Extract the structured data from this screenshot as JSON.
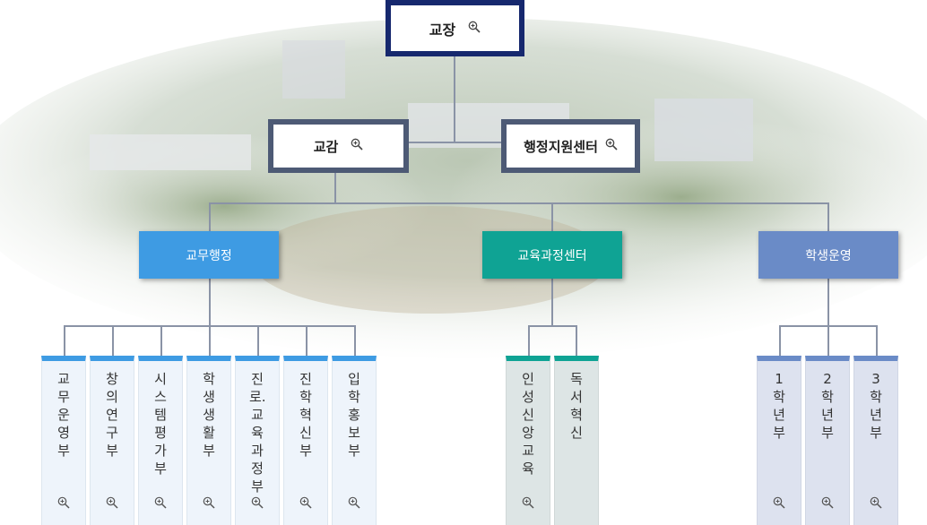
{
  "principal": {
    "label": "교장"
  },
  "vice_principal": {
    "label": "교감"
  },
  "admin_center": {
    "label": "행정지원센터"
  },
  "departments": [
    {
      "label": "교무행정",
      "color": "#3e9be3"
    },
    {
      "label": "교육과정센터",
      "color": "#0fa394"
    },
    {
      "label": "학생운영",
      "color": "#6a8bc7"
    }
  ],
  "teams": [
    {
      "label": "교무운영부",
      "group": "academic"
    },
    {
      "label": "창의연구부",
      "group": "academic"
    },
    {
      "label": "시스템평가부",
      "group": "academic"
    },
    {
      "label": "학생생활부",
      "group": "academic"
    },
    {
      "label": "진로.교육과정부",
      "group": "academic"
    },
    {
      "label": "진학혁신부",
      "group": "academic"
    },
    {
      "label": "입학홍보부",
      "group": "academic"
    },
    {
      "label": "인성신앙교육",
      "group": "curriculum"
    },
    {
      "label": "독서혁신",
      "group": "curriculum"
    },
    {
      "label": "1학년부",
      "group": "student"
    },
    {
      "label": "2학년부",
      "group": "student"
    },
    {
      "label": "3학년부",
      "group": "student"
    }
  ],
  "icons": {
    "zoom": "zoom-in-icon"
  },
  "colors": {
    "principal_border": "#16286e",
    "mid_border": "#4d5a75",
    "academic_top": "#3e9be3",
    "academic_fill": "#eef4fb",
    "curriculum_top": "#0fa394",
    "curriculum_fill": "#dde5e5",
    "student_top": "#6a8bc7",
    "student_fill": "#dde2ef"
  }
}
